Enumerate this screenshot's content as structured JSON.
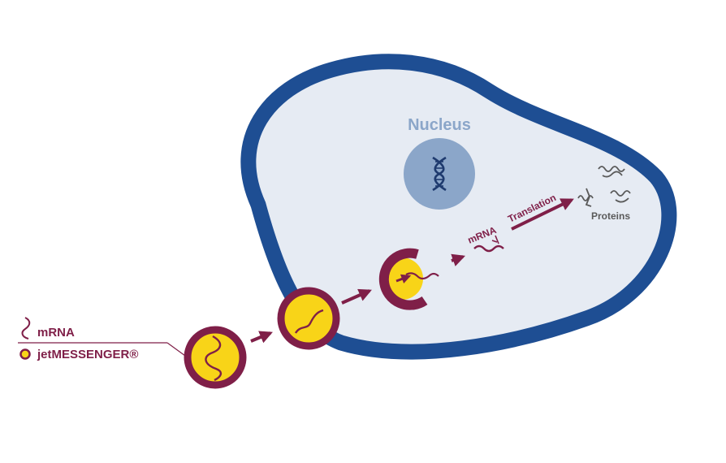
{
  "diagram": {
    "nucleus_label": "Nucleus",
    "mrna_label": "mRNA",
    "translation_label": "Translation",
    "proteins_label": "Proteins"
  },
  "legend": {
    "mrna": "mRNA",
    "carrier": "jetMESSENGER®"
  },
  "colors": {
    "cell_membrane": "#1e4e93",
    "cytoplasm": "#e6ebf3",
    "nucleus": "#8ba6c9",
    "nucleus_label": "#8ba6c9",
    "accent": "#7f1f48",
    "particle_core": "#f8d418",
    "protein": "#5a5a5a"
  },
  "icons": {
    "dna": "dna-helix-icon",
    "proteins": "protein-structure-icon",
    "mrna": "mrna-strand-icon",
    "particle": "jetmessenger-particle-icon"
  }
}
